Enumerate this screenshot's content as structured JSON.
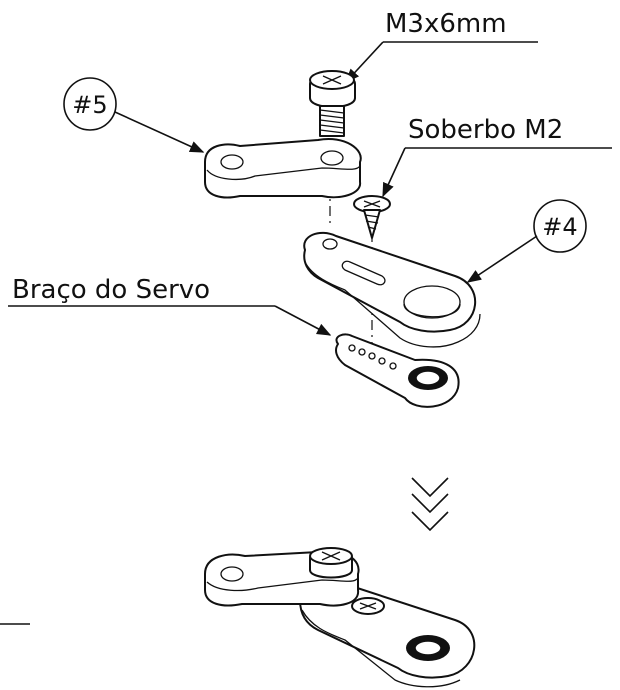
{
  "callouts": {
    "screw_m3": "M3x6mm",
    "screw_m2": "Soberbo M2",
    "servo_arm": "Braço do Servo",
    "part_5": "#5",
    "part_4": "#4"
  },
  "colors": {
    "ink": "#111111",
    "background": "#ffffff"
  }
}
